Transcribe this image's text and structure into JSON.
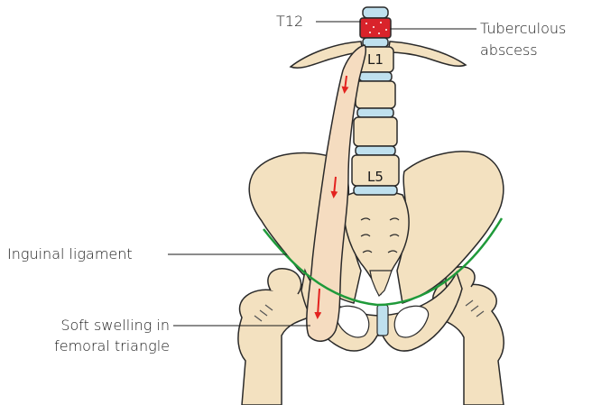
{
  "labels": {
    "t12": "T12",
    "tuberculous_abscess_line1": "Tuberculous",
    "tuberculous_abscess_line2": "abscess",
    "l1": "L1",
    "l5": "L5",
    "inguinal_ligament": "Inguinal ligament",
    "soft_swelling_line1": "Soft swelling in",
    "soft_swelling_line2": "femoral triangle"
  },
  "colors": {
    "bone": "#f3e1c0",
    "bone_shadow": "#e2c79b",
    "outline": "#2a2a2a",
    "disc": "#bfe0ee",
    "abscess_focus": "#d9232b",
    "psoas": "#f5dcc0",
    "ligament": "#1f9a3a",
    "arrow": "#e3221f"
  }
}
